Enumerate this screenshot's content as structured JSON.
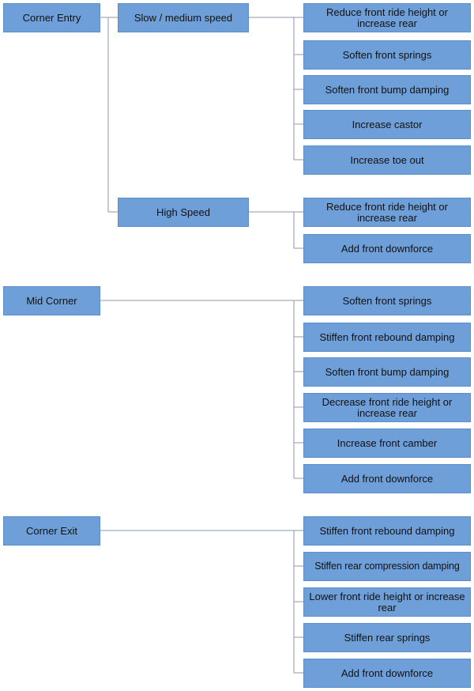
{
  "categories": {
    "corner_entry": "Corner Entry",
    "mid_corner": "Mid Corner",
    "corner_exit": "Corner Exit"
  },
  "subcategories": {
    "slow_medium": "Slow / medium speed",
    "high_speed": "High Speed"
  },
  "corner_entry": {
    "slow_medium": [
      "Reduce front ride height or increase rear",
      "Soften front springs",
      "Soften front bump damping",
      "Increase castor",
      "Increase toe out"
    ],
    "high_speed": [
      "Reduce front ride height or increase rear",
      "Add front downforce"
    ]
  },
  "mid_corner": [
    "Soften front springs",
    "Stiffen front rebound damping",
    "Soften front bump damping",
    "Decrease front ride height or increase rear",
    "Increase front camber",
    "Add front downforce"
  ],
  "corner_exit": [
    "Stiffen front rebound damping",
    "Stiffen rear compression damping",
    "Lower front ride height or increase rear",
    "Stiffen rear springs",
    "Add front downforce"
  ],
  "colors": {
    "box_fill": "#6f9fd8",
    "box_border": "#5f8ec7",
    "connector": "#8c9aa8",
    "text": "#111111"
  }
}
